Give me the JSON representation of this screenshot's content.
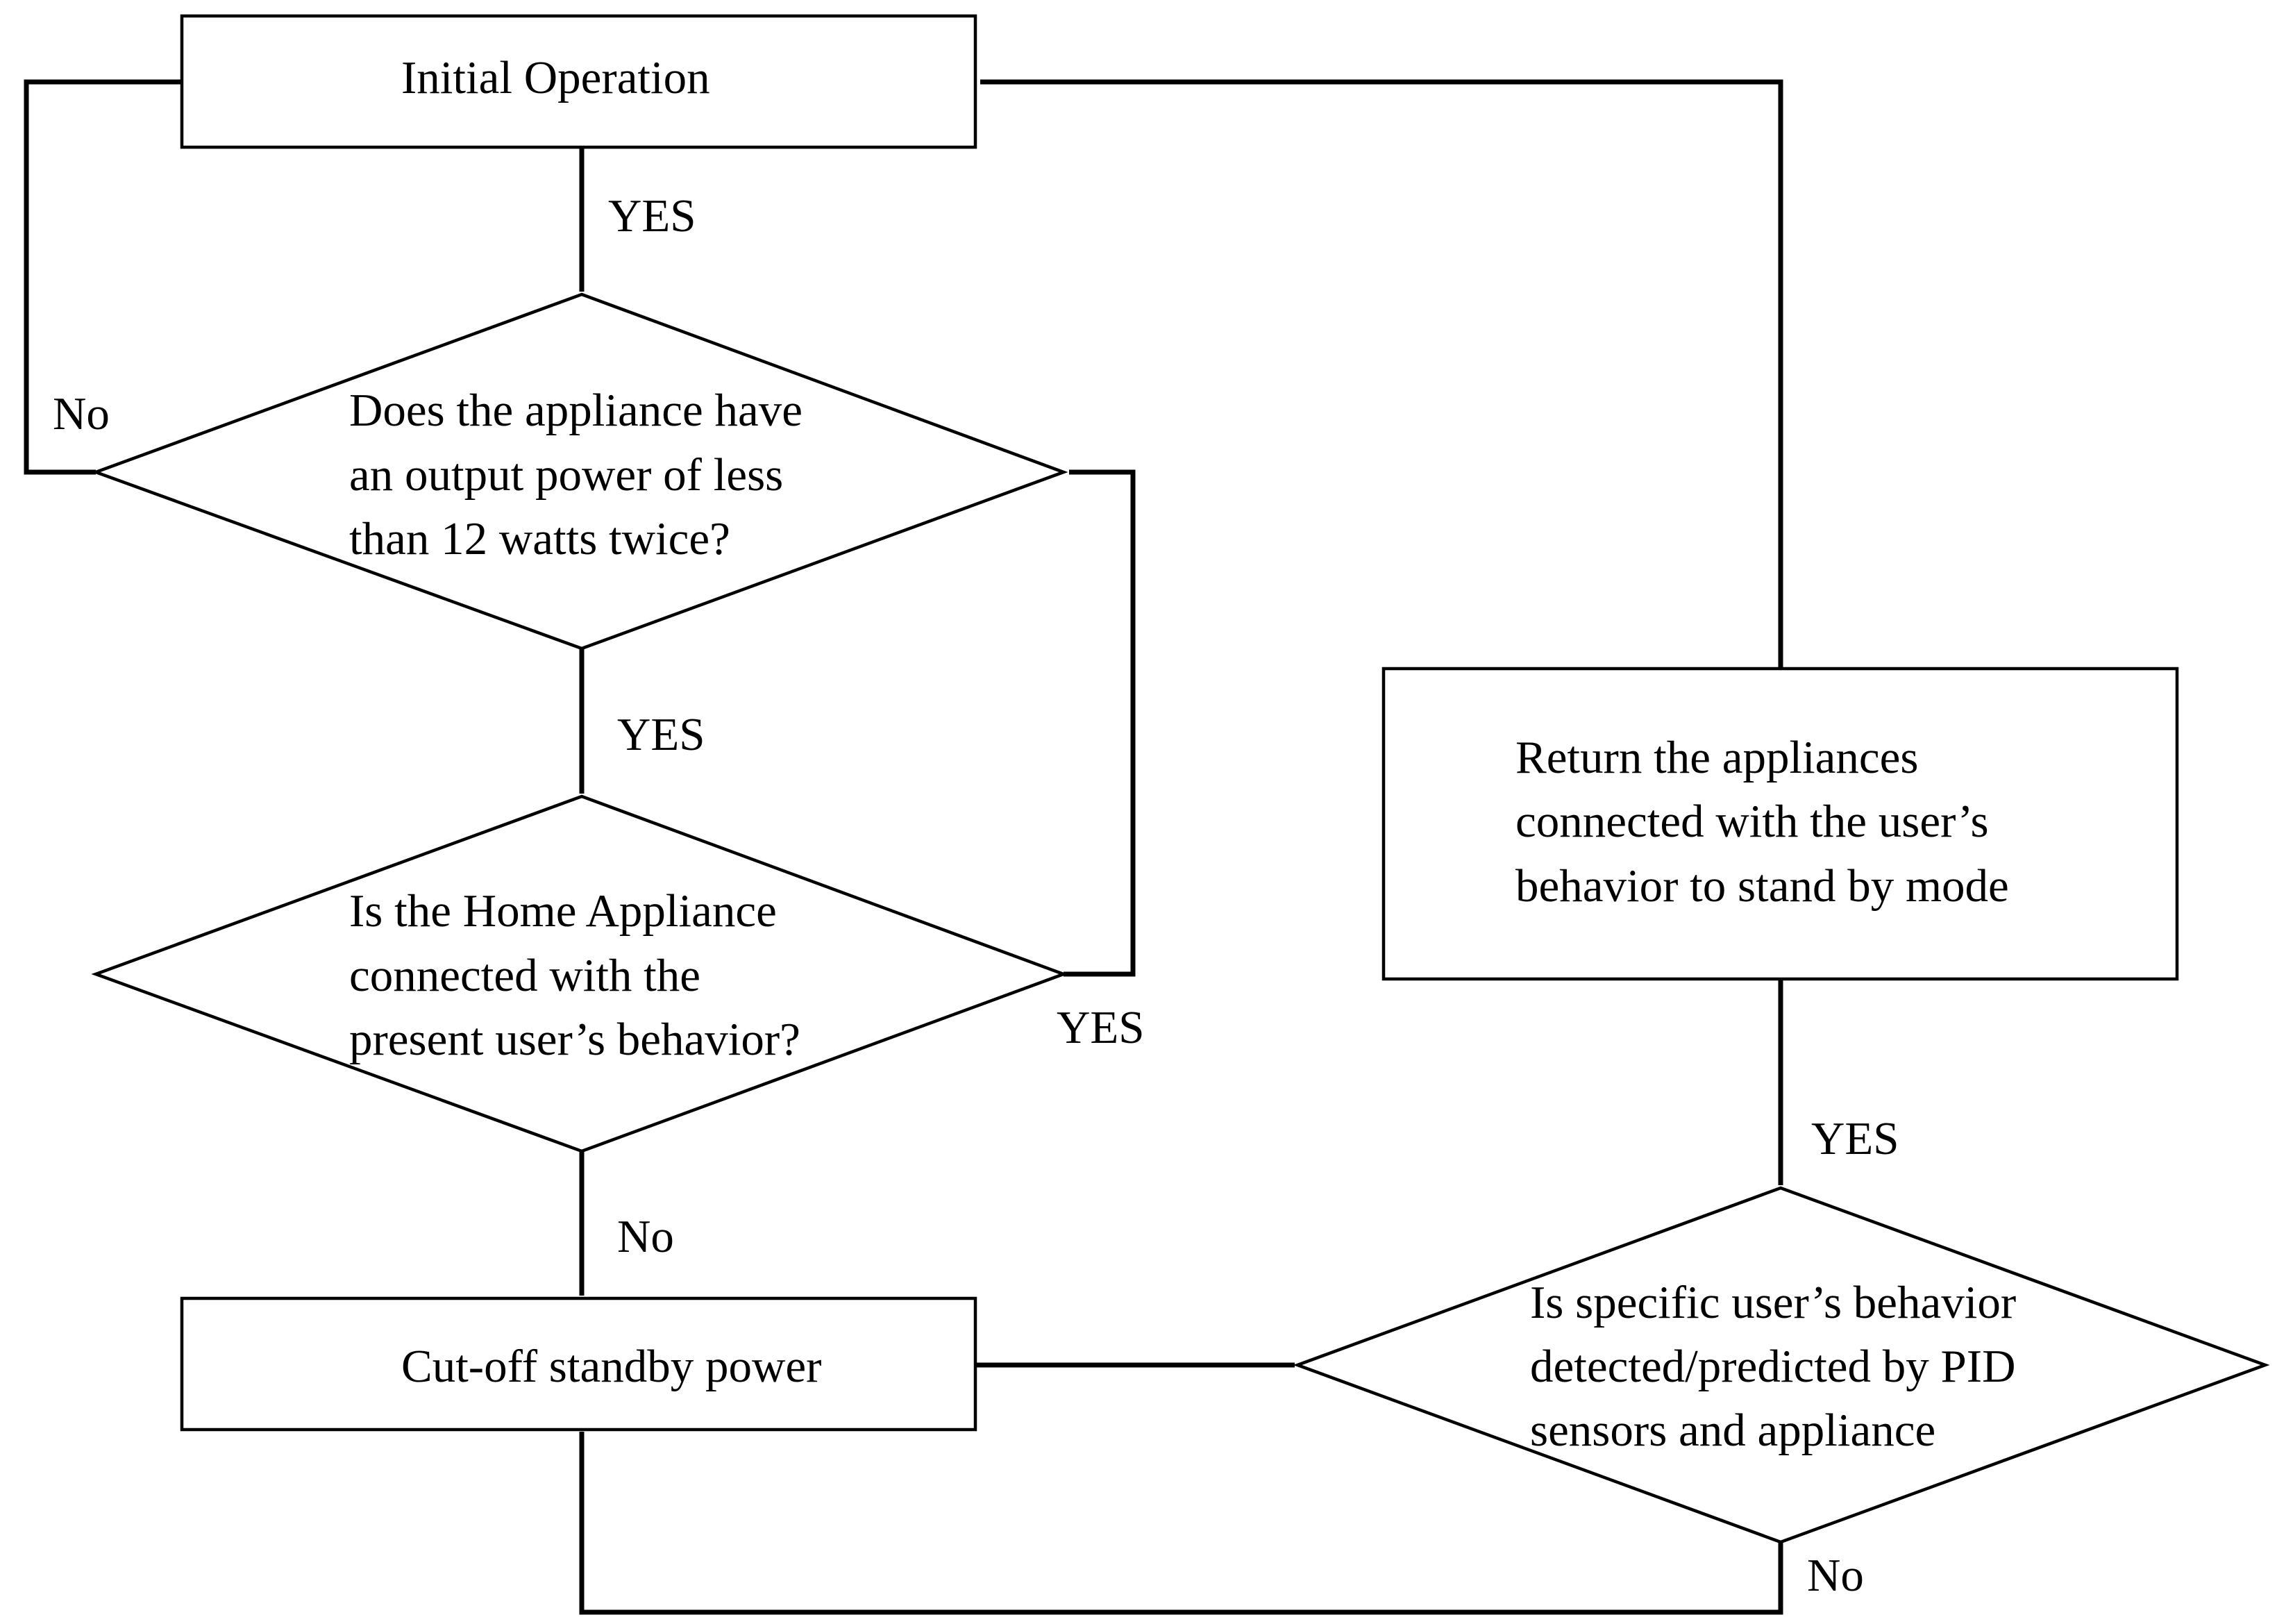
{
  "nodes": {
    "initial_operation": {
      "lines": [
        "Initial Operation"
      ]
    },
    "output_power_decision": {
      "lines": [
        "Does the appliance  have",
        "an output power of less",
        "than 12 watts twice?"
      ]
    },
    "user_behavior_decision": {
      "lines": [
        "Is the Home Appliance",
        "connected  with the",
        "present user’s behavior?"
      ]
    },
    "cutoff_standby": {
      "lines": [
        "Cut-off standby  power"
      ]
    },
    "pid_detection_decision": {
      "lines": [
        "Is specific user’s behavior",
        "detected/predicted by PID",
        "sensors and appliance"
      ]
    },
    "return_standby": {
      "lines": [
        "Return the appliances",
        "connected  with the user’s",
        "behavior to stand by mode"
      ]
    }
  },
  "edges": {
    "initial_to_power": {
      "label": "YES"
    },
    "power_no_loop": {
      "label": "No"
    },
    "power_to_behavior": {
      "label": "YES"
    },
    "behavior_yes_loop": {
      "label": "YES"
    },
    "behavior_to_cutoff": {
      "label": "No"
    },
    "pid_to_return": {
      "label": "YES"
    },
    "pid_no_loop": {
      "label": "No"
    }
  }
}
